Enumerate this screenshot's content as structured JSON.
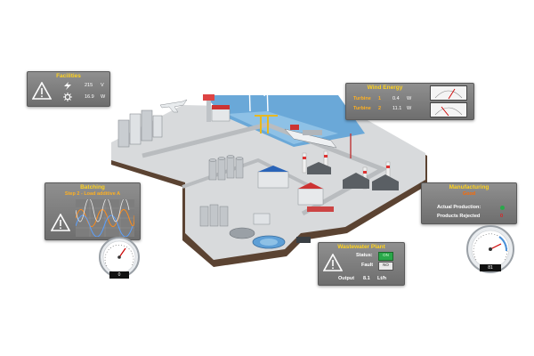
{
  "facilities": {
    "title": "Facilities",
    "voltage": "215",
    "voltage_unit": "V",
    "power": "16.9",
    "power_unit": "W"
  },
  "wind": {
    "title": "Wind Energy",
    "turbines": [
      {
        "label": "Turbine",
        "num": "1",
        "value": "0.4",
        "unit": "W"
      },
      {
        "label": "Turbine",
        "num": "2",
        "value": "11.1",
        "unit": "W"
      }
    ]
  },
  "batching": {
    "title": "Batching",
    "step": "Step 2 - Load additive A",
    "gauge_value": "0"
  },
  "manufacturing": {
    "title": "Manufacturing",
    "subtitle": "Good",
    "actual_label": "Actual Production:",
    "rejected_label": "Products Rejected",
    "rejected_value": "0",
    "gauge_value": "81"
  },
  "wastewater": {
    "title": "Wastewater Plant",
    "status_label": "Status:",
    "status_value": "ON",
    "fault_label": "Fault",
    "fault_value": "NO",
    "output_label": "Output",
    "output_value": "8.1",
    "output_unit": "Lt/h"
  },
  "colors": {
    "accent": "#ffd21f",
    "ok": "#2aa84a",
    "alarm": "#e02020",
    "water": "#6aa8d8"
  }
}
